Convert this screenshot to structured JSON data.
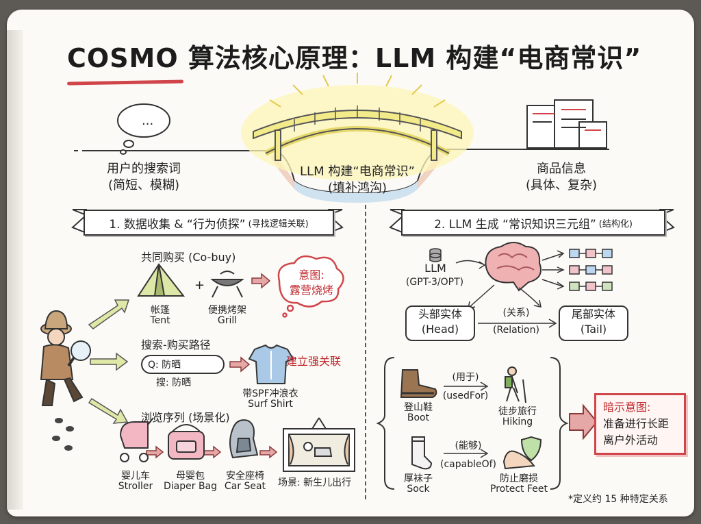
{
  "title": "COSMO 算法核心原理：LLM 构建“电商常识”",
  "top": {
    "user_query": "用户的搜索词",
    "user_query_sub": "(简短、模糊)",
    "bridge": "LLM 构建“电商常识”",
    "bridge_sub": "(填补鸿沟)",
    "product_info": "商品信息",
    "product_info_sub": "(具体、复杂)",
    "cloud_text": "..."
  },
  "left": {
    "section_title": "1. 数据收集 & “行为侦探”",
    "section_sub": "(寻找逻辑关联)",
    "cobuy_title": "共同购买 (Co-buy)",
    "tent_cn": "帐篷",
    "tent_en": "Tent",
    "plus": "+",
    "grill_cn": "便携烤架",
    "grill_en": "Grill",
    "intent_label": "意图:",
    "intent_value": "露营烧烤",
    "search_title": "搜索-购买路径",
    "search_box": "Q: 防晒",
    "search_caption": "搜: 防晒",
    "strong_link": "建立强关联",
    "shirt_cn": "带SPF冲浪衣",
    "shirt_en": "Surf Shirt",
    "browse_title": "浏览序列 (场景化)",
    "stroller_cn": "婴儿车",
    "stroller_en": "Stroller",
    "bag_cn": "母婴包",
    "bag_en": "Diaper Bag",
    "seat_cn": "安全座椅",
    "seat_en": "Car Seat",
    "scene": "场景: 新生儿出行"
  },
  "right": {
    "section_title": "2. LLM 生成 “常识知识三元组”",
    "section_sub": "(结构化)",
    "llm": "LLM",
    "llm_sub": "(GPT-3/OPT)",
    "head_cn": "头部实体",
    "head_en": "(Head)",
    "relation_cn": "(关系)",
    "relation_en": "(Relation)",
    "tail_cn": "尾部实体",
    "tail_en": "(Tail)",
    "boot_cn": "登山鞋",
    "boot_en": "Boot",
    "usedfor_cn": "(用于)",
    "usedfor_en": "(usedFor)",
    "hiking_cn": "徒步旅行",
    "hiking_en": "Hiking",
    "sock_cn": "厚袜子",
    "sock_en": "Sock",
    "capable_cn": "(能够)",
    "capable_en": "(capableOf)",
    "protect_cn": "防止磨损",
    "protect_en": "Protect Feet",
    "implied_label": "暗示意图:",
    "implied_value1": "准备进行长距",
    "implied_value2": "离户外活动",
    "footnote": "*定义约 15 种特定关系"
  },
  "colors": {
    "accent_red": "#d0454a",
    "bridge_yellow": "#f3ea8a",
    "arrow_green": "#dfe8a6",
    "node_blue": "#bcd7ef",
    "node_pink": "#f2c4c9",
    "node_green": "#cfe3c1"
  }
}
